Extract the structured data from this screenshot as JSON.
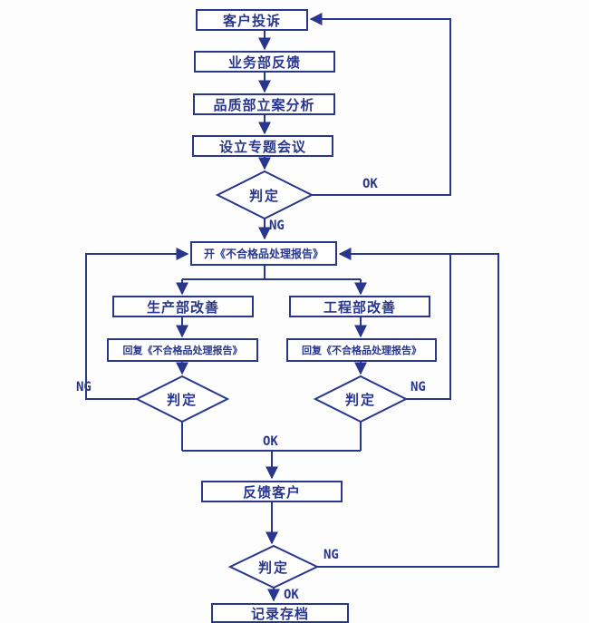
{
  "colors": {
    "line": "#28368E",
    "background": "#FDFDFD"
  },
  "nodes": {
    "customer_complaint": "客户投诉",
    "business_feedback": "业务部反馈",
    "quality_case_analysis": "品质部立案分析",
    "special_meeting": "设立专题会议",
    "decision_1": "判定",
    "open_report": "开《不合格品处理报告》",
    "production_improvement": "生产部改善",
    "engineering_improvement": "工程部改善",
    "reply_report_production": "回复《不合格品处理报告》",
    "reply_report_engineering": "回复《不合格品处理报告》",
    "decision_production": "判定",
    "decision_engineering": "判定",
    "customer_feedback": "反馈客户",
    "decision_final": "判定",
    "record_archive": "记录存档"
  },
  "edge_labels": {
    "ok_top": "OK",
    "ng_after_decision1": "NG",
    "ng_production": "NG",
    "ng_engineering": "NG",
    "ok_merge": "OK",
    "ng_final": "NG",
    "ok_final": "OK"
  }
}
